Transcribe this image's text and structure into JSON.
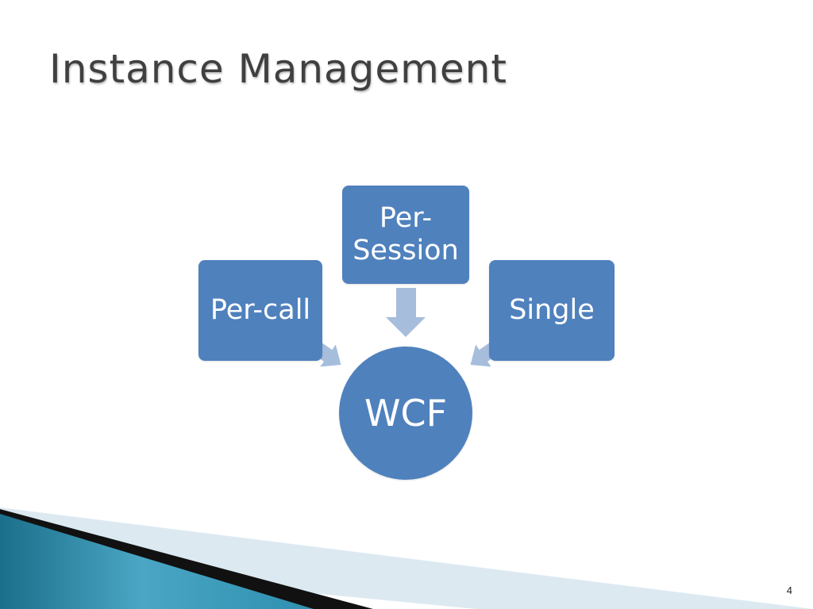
{
  "slide": {
    "title": "Instance Management",
    "page_number": "4"
  },
  "diagram": {
    "center": "WCF",
    "nodes": {
      "top": "Per-\nSession",
      "top_line1": "Per-",
      "top_line2": "Session",
      "left": "Per-call",
      "right": "Single"
    },
    "colors": {
      "node_fill": "#4f81bd",
      "arrow_fill": "#a7bddc",
      "title_text": "#404040"
    }
  }
}
